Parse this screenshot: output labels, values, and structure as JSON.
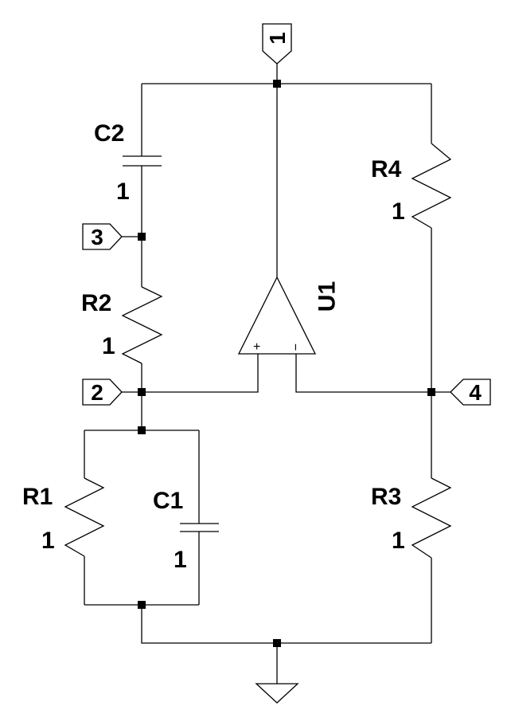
{
  "ports": {
    "p1": "1",
    "p2": "2",
    "p3": "3",
    "p4": "4"
  },
  "components": {
    "c2": {
      "name": "C2",
      "value": "1"
    },
    "r2": {
      "name": "R2",
      "value": "1"
    },
    "r4": {
      "name": "R4",
      "value": "1"
    },
    "r1": {
      "name": "R1",
      "value": "1"
    },
    "c1": {
      "name": "C1",
      "value": "1"
    },
    "r3": {
      "name": "R3",
      "value": "1"
    },
    "u1": {
      "name": "U1",
      "plus": "+",
      "minus": "−"
    }
  },
  "colors": {
    "line": "#000000",
    "background": "#ffffff"
  }
}
